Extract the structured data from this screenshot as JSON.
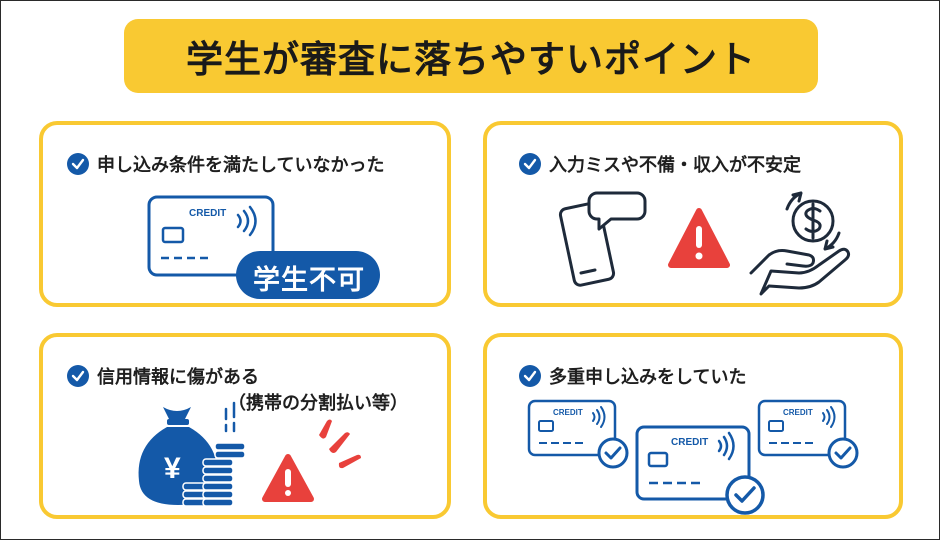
{
  "title": "学生が審査に落ちやすいポイント",
  "cards": [
    {
      "heading": "申し込み条件を満たしていなかった",
      "card_label": "CREDIT",
      "badge": "学生不可"
    },
    {
      "heading": "入力ミスや不備・収入が不安定",
      "icons": [
        "smartphone-chat-icon",
        "warning-icon",
        "hand-money-icon"
      ]
    },
    {
      "heading": "信用情報に傷がある",
      "subheading": "（携帯の分割払い等）",
      "bag_symbol": "¥",
      "icons": [
        "money-bag-icon",
        "coin-stack-icon",
        "warning-icon",
        "exclamation-icon"
      ]
    },
    {
      "heading": "多重申し込みをしていた",
      "card_labels": [
        "CREDIT",
        "CREDIT",
        "CREDIT"
      ]
    }
  ],
  "colors": {
    "accent_yellow": "#f9c932",
    "brand_blue": "#1459a8",
    "warning_red": "#e8413c",
    "outline_dark": "#1e2a3a"
  }
}
